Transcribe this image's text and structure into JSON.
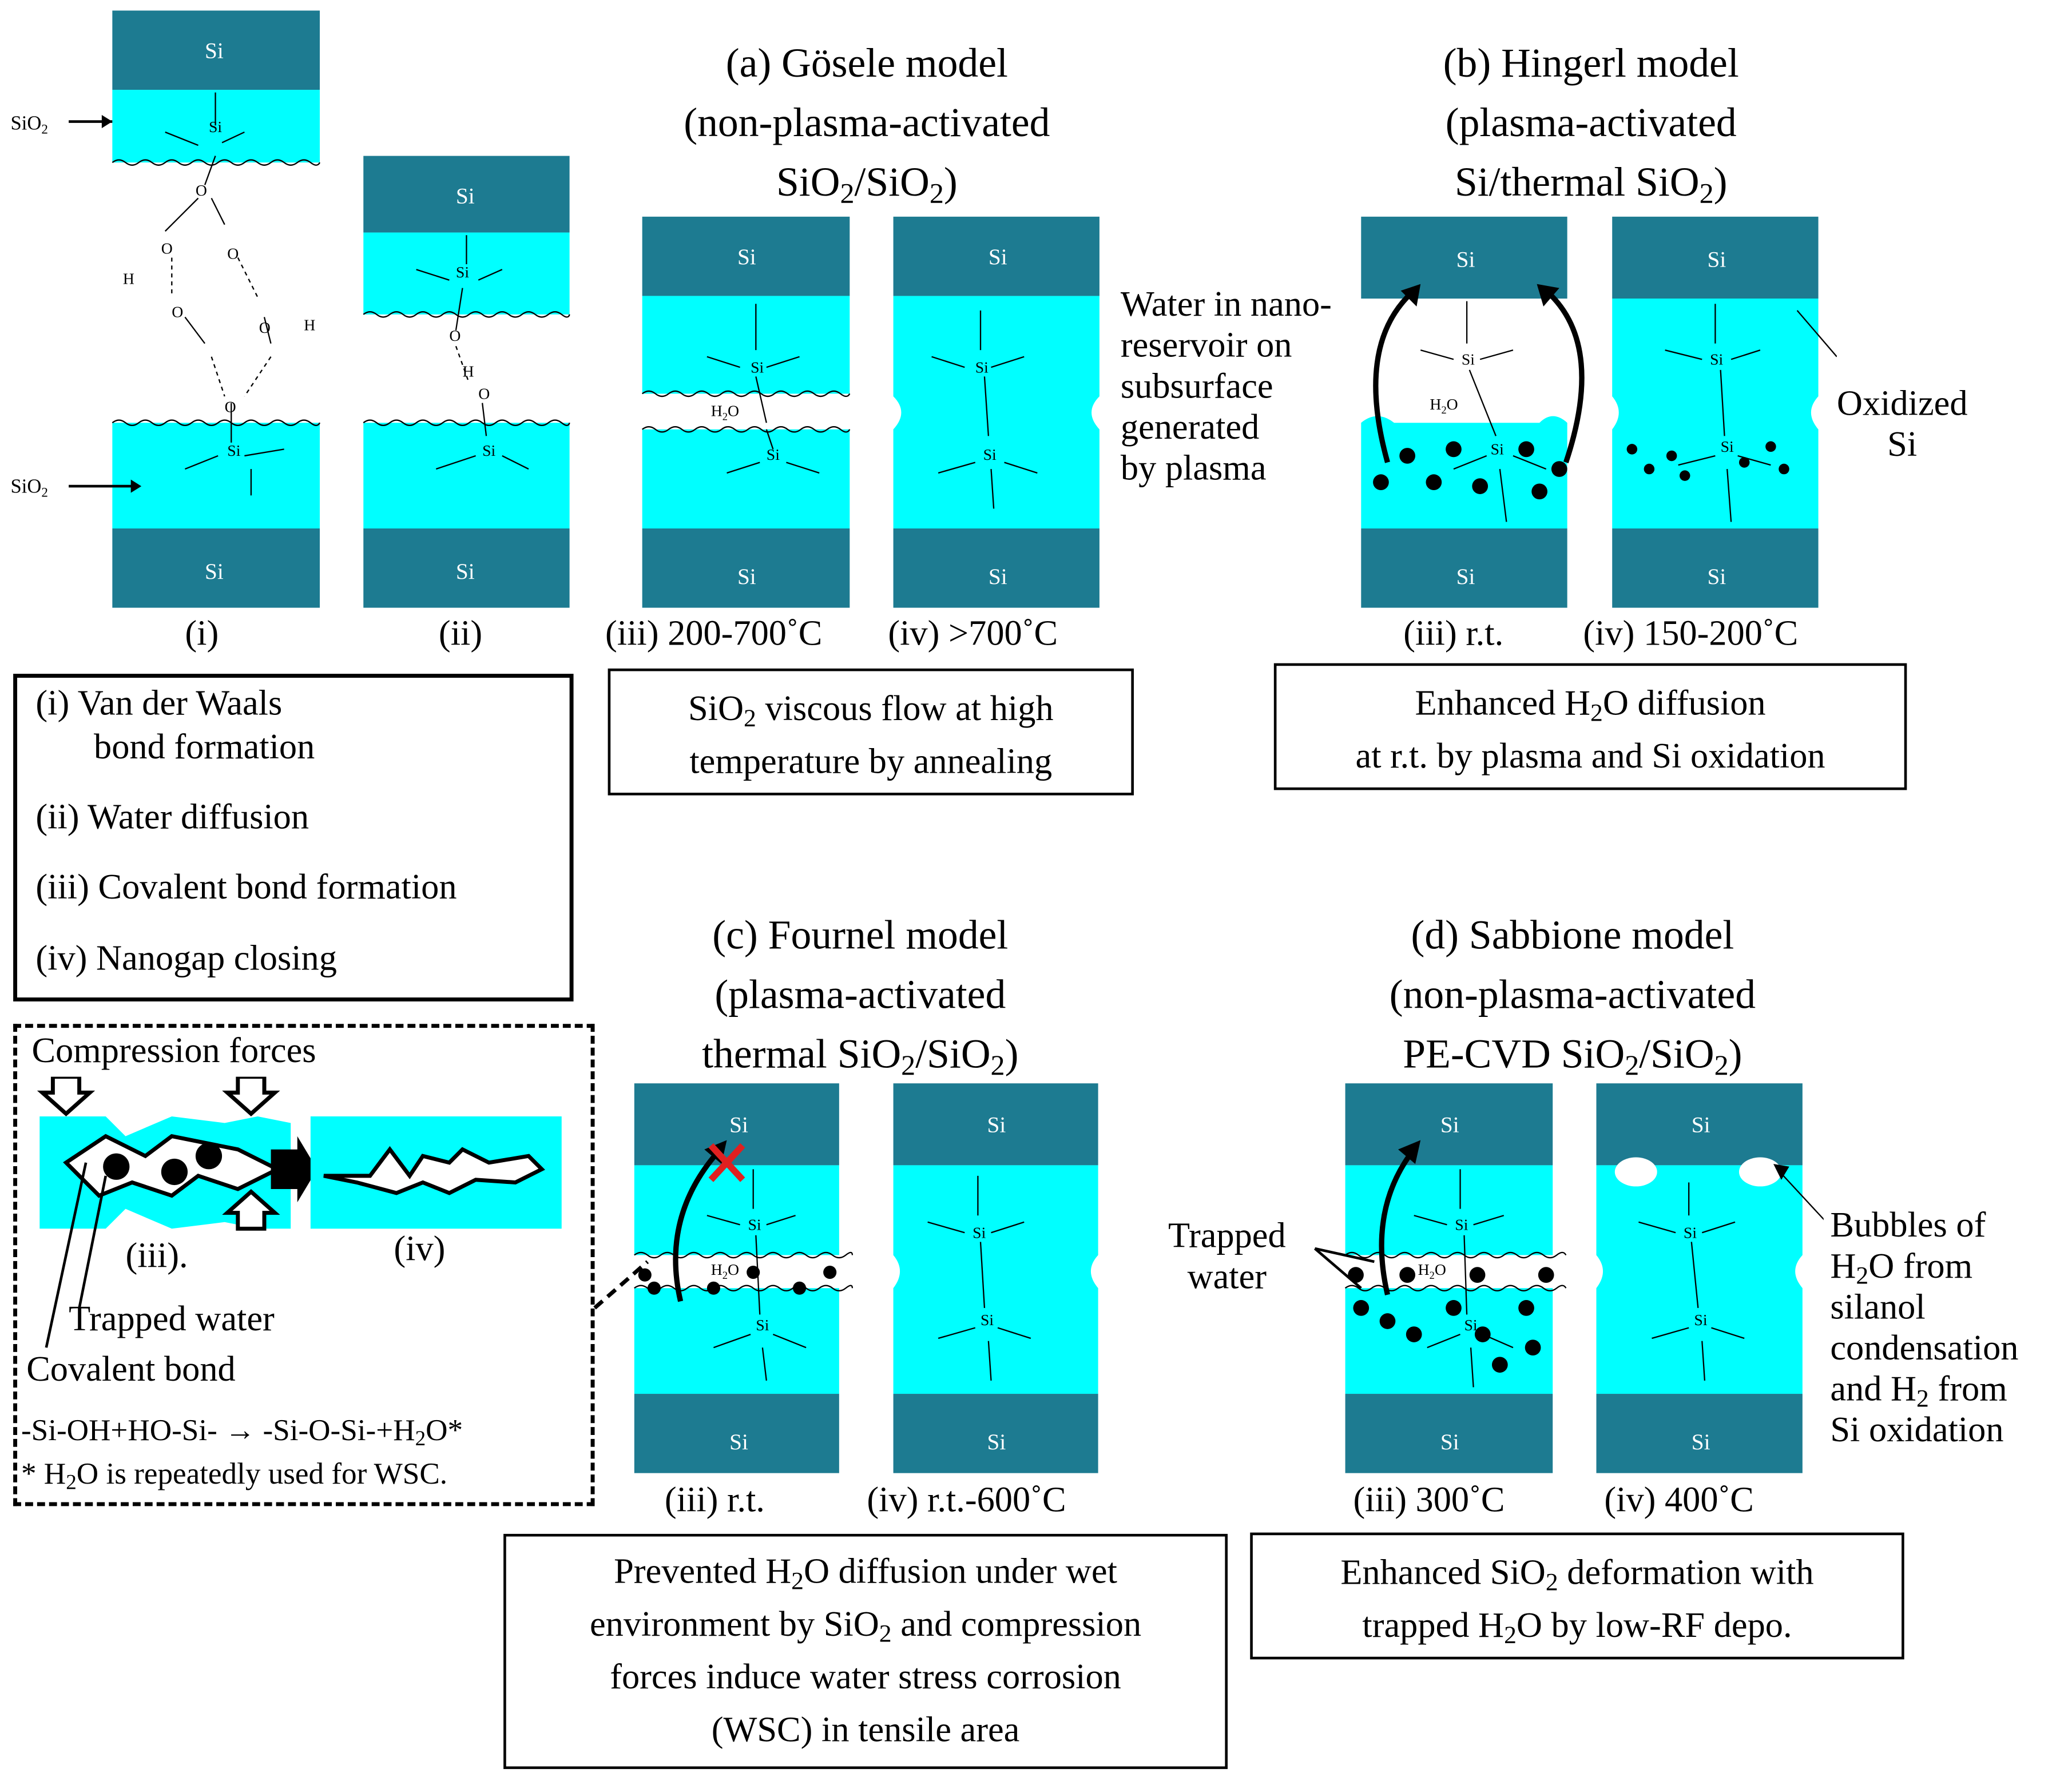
{
  "labels": {
    "si": "Si",
    "sio2": "SiO2",
    "o": "O",
    "h": "H",
    "h2o": "H2O",
    "oxidized": "Oxidized Si",
    "water_nano": [
      "Water in nano-",
      "reservoir on",
      "subsurface",
      "generated",
      "by plasma"
    ],
    "trapped_water": "Trapped water",
    "bubbles": [
      "Bubbles of",
      "H2O from",
      "silanol",
      "condensation",
      "and H2 from",
      "Si oxidation"
    ]
  },
  "steps_left": {
    "i": "(i)",
    "ii": "(ii)"
  },
  "legend": {
    "items": [
      "(i) Van der Waals",
      "bond formation",
      "(ii) Water diffusion",
      "(iii) Covalent bond formation",
      "(iv) Nanogap closing"
    ]
  },
  "models": {
    "a": {
      "title": [
        "(a) Gösele model",
        "(non-plasma-activated",
        "SiO2/SiO2)"
      ],
      "step_iii": "(iii) 200-700˚C",
      "step_iv": "(iv) >700˚C",
      "note": [
        "SiO2 viscous flow at high",
        "temperature by annealing"
      ]
    },
    "b": {
      "title": [
        "(b) Hingerl model",
        "(plasma-activated",
        "Si/thermal SiO2)"
      ],
      "step_iii": "(iii) r.t.",
      "step_iv": "(iv) 150-200˚C",
      "note": [
        "Enhanced H2O diffusion",
        "at r.t. by plasma and Si oxidation"
      ]
    },
    "c": {
      "title": [
        "(c) Fournel model",
        "(plasma-activated",
        "thermal SiO2/SiO2)"
      ],
      "step_iii": "(iii) r.t.",
      "step_iv": "(iv) r.t.-600˚C",
      "note": [
        "Prevented H2O diffusion under wet",
        "environment by SiO2 and compression",
        "forces induce water stress corrosion",
        "(WSC)  in tensile area"
      ]
    },
    "d": {
      "title": [
        "(d) Sabbione model",
        "(non-plasma-activated",
        "PE-CVD SiO2/SiO2)"
      ],
      "step_iii": "(iii) 300˚C",
      "step_iv": "(iv) 400˚C",
      "note": [
        "Enhanced SiO2 deformation with",
        "trapped H2O by low-RF depo."
      ]
    }
  },
  "inset": {
    "compression": "Compression forces",
    "step_iii": "(iii).",
    "step_iv": "(iv)",
    "trapped": "Trapped water",
    "covalent": "Covalent bond",
    "reaction": "-Si-OH+HO-Si- → -Si-O-Si-+H2O*",
    "footnote": "* H2O is repeatedly used for WSC."
  },
  "colors": {
    "si": "#1d7b91",
    "oxide": "#00ffff",
    "text": "#000000",
    "cross": "#e02020"
  }
}
